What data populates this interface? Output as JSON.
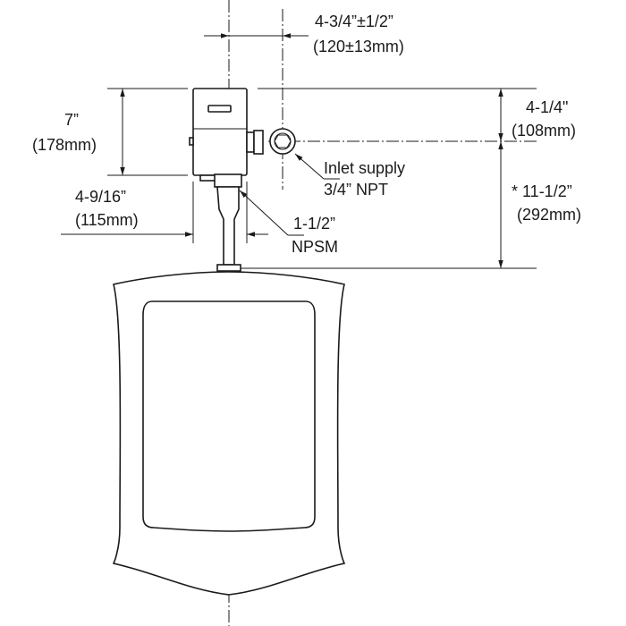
{
  "dimensions": {
    "offset": {
      "imperial": "4-3/4”±1/2”",
      "metric": "(120±13mm)"
    },
    "valve_height": {
      "imperial": "7”",
      "metric": "(178mm)"
    },
    "inlet_height": {
      "imperial": "4-1/4\"",
      "metric": "(108mm)"
    },
    "total_height": {
      "imperial": "* 11-1/2”",
      "metric": "(292mm)"
    },
    "valve_width": {
      "imperial": "4-9/16”",
      "metric": "(115mm)"
    }
  },
  "callouts": {
    "inlet": {
      "line1": "Inlet supply",
      "line2": "3/4” NPT"
    },
    "outlet": {
      "line1": "1-1/2”",
      "line2": "NPSM"
    }
  }
}
